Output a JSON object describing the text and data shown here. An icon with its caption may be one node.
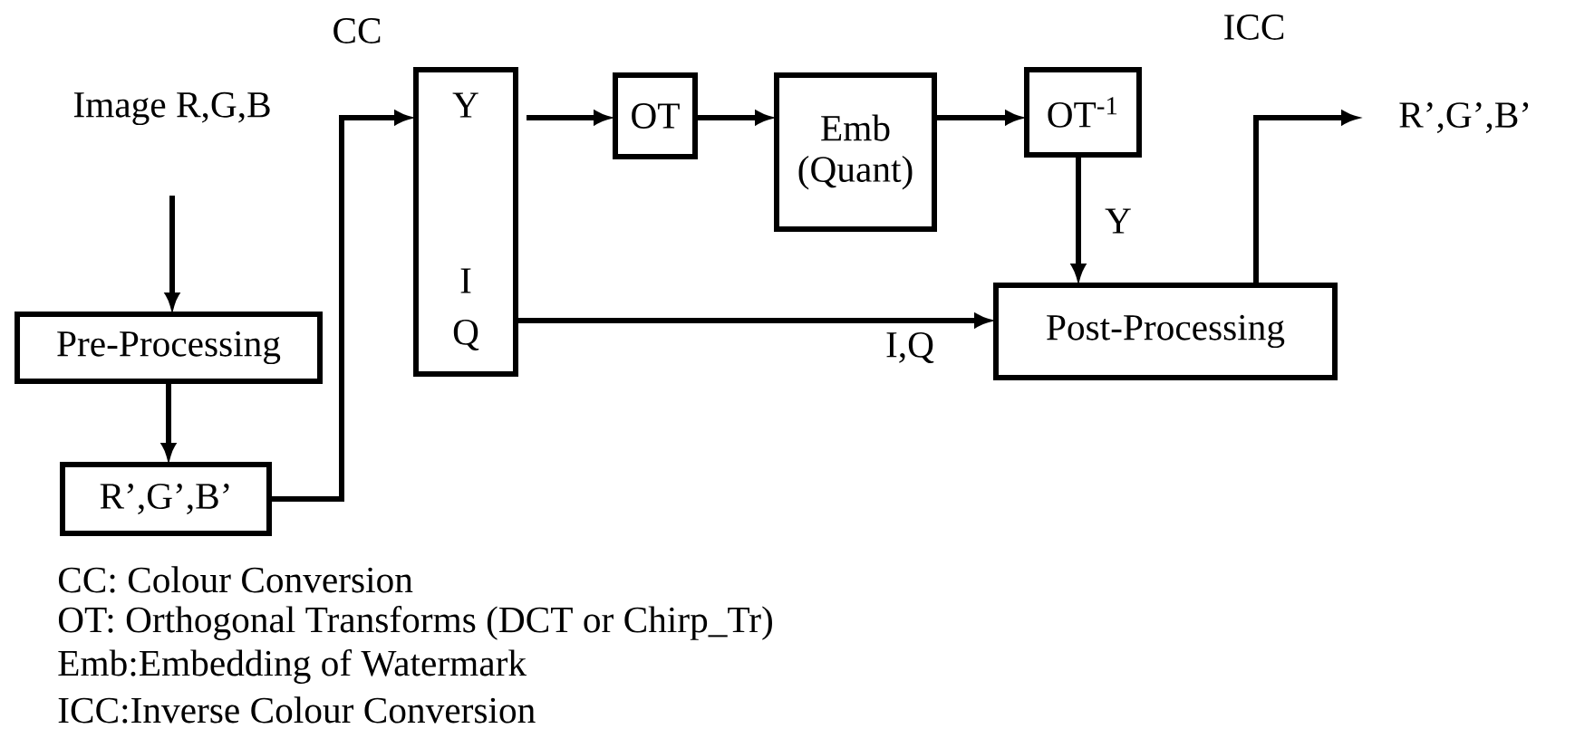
{
  "diagram": {
    "nodes": [
      {
        "text": [
          "Image R,G,B"
        ]
      },
      {
        "text": [
          "Pre-Processing"
        ]
      },
      {
        "text": [
          "R’,G’,B’"
        ]
      },
      {
        "text": [
          "CC",
          "Y",
          "I",
          "Q"
        ]
      },
      {
        "text": [
          "OT"
        ]
      },
      {
        "text": [
          "Emb (Quant)"
        ]
      },
      {
        "text": [
          "OT$^{-1}$"
        ]
      },
      {
        "text": [
          "Post-Processing"
        ]
      },
      {
        "text": [
          "R’,G’,B’"
        ]
      }
    ],
    "edges": [
      {
        "from": 0,
        "to": 1,
        "arrow": "to"
      },
      {
        "from": 1,
        "to": 2,
        "arrow": "to"
      },
      {
        "from": 2,
        "to": 3,
        "arrow": "to"
      },
      {
        "from": 3,
        "to": 4,
        "arrow": "to"
      },
      {
        "from": 4,
        "to": 5,
        "arrow": "to"
      },
      {
        "from": 5,
        "to": 6,
        "arrow": "to"
      },
      {
        "from": 6,
        "to": 7,
        "arrow": "to",
        "label": "Y"
      },
      {
        "from": 3,
        "to": 7,
        "arrow": "to",
        "label": "I,Q"
      },
      {
        "from": 7,
        "to": 8,
        "arrow": "to"
      }
    ],
    "labels": [
      "ICC",
      "CC: Colour Conversion",
      "OT: Orthogonal Transforms (DCT or Chirp_Tr)",
      "Emb:Embedding of Watermark",
      "ICC:Inverse Colour Conversion"
    ]
  }
}
